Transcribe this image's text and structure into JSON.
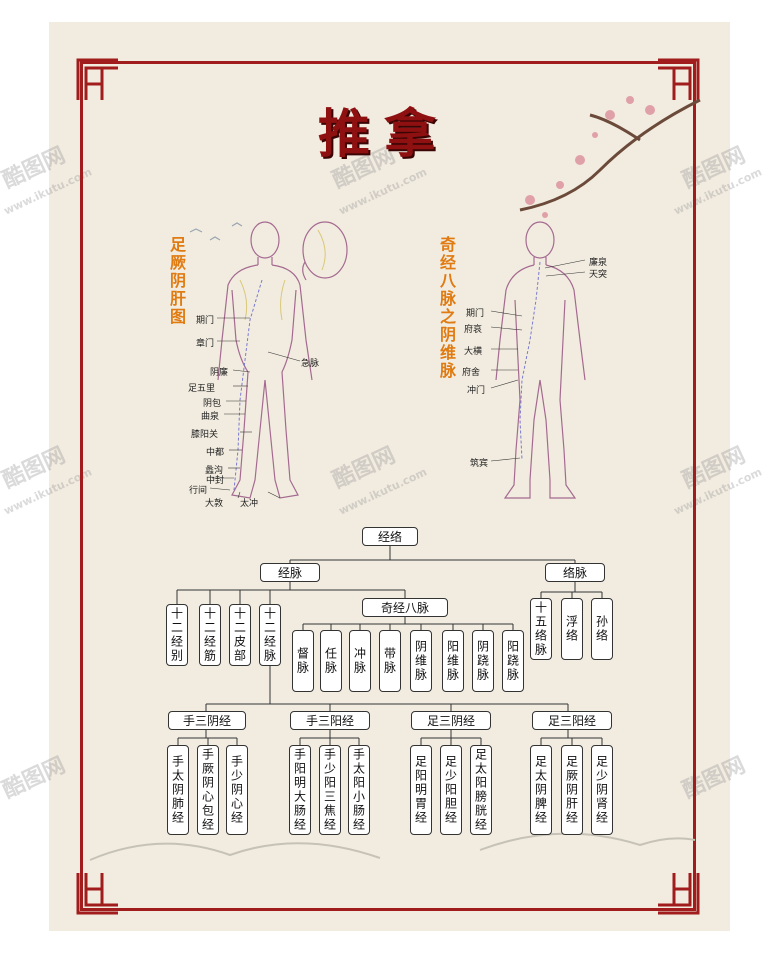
{
  "poster": {
    "title": "推拿",
    "left_figure_title": "足厥阴肝图",
    "right_figure_title": "奇经八脉之阴维脉",
    "watermark_brand": "酷图网",
    "watermark_url": "www.ikutu.com"
  },
  "left_points": [
    "期门",
    "章门",
    "急脉",
    "阴廉",
    "足五里",
    "阴包",
    "曲泉",
    "膝阳关",
    "中都",
    "蠡沟",
    "中封",
    "行间",
    "大敦",
    "太冲"
  ],
  "right_points": [
    "廉泉",
    "天突",
    "期门",
    "府哀",
    "大横",
    "府舍",
    "冲门",
    "筑宾"
  ],
  "tree": {
    "root": "经络",
    "l1": [
      "经脉",
      "络脉"
    ],
    "jingmai_children": [
      "十二经别",
      "十二经筋",
      "十二皮部",
      "十二经脉"
    ],
    "qijing_label": "奇经八脉",
    "qijing_children": [
      "督脉",
      "任脉",
      "冲脉",
      "带脉",
      "阴维脉",
      "阳维脉",
      "阴跷脉",
      "阳跷脉"
    ],
    "luomai_children": [
      "十五络脉",
      "浮络",
      "孙络"
    ],
    "groups": [
      {
        "name": "手三阴经",
        "items": [
          "手太阴肺经",
          "手厥阴心包经",
          "手少阴心经"
        ]
      },
      {
        "name": "手三阳经",
        "items": [
          "手阳明大肠经",
          "手少阳三焦经",
          "手太阳小肠经"
        ]
      },
      {
        "name": "足三阴经",
        "items": [
          "足阳明胃经",
          "足少阳胆经",
          "足太阳膀胱经"
        ]
      },
      {
        "name": "足三阳经",
        "items": [
          "足太阴脾经",
          "足厥阴肝经",
          "足少阴肾经"
        ]
      }
    ]
  },
  "colors": {
    "frame": "#a11d1d",
    "title": "#8e1010",
    "accent": "#e07b12",
    "paper": "#f2ece0"
  }
}
